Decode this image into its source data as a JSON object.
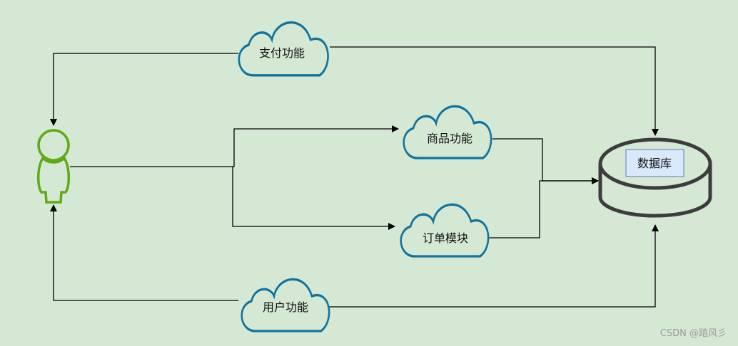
{
  "diagram": {
    "nodes": {
      "pay": {
        "label": "支付功能"
      },
      "product": {
        "label": "商品功能"
      },
      "order": {
        "label": "订单模块"
      },
      "user_func": {
        "label": "用户功能"
      },
      "database": {
        "label": "数据库"
      }
    },
    "colors": {
      "background": "#d5e8d4",
      "cloud_stroke": "#10739e",
      "actor_stroke": "#60a917",
      "db_stroke": "#3c3c3c",
      "db_label_fill": "#dae8fc",
      "db_label_border": "#6c8ebf",
      "edge": "#000000"
    },
    "watermark": "CSDN @踏风彡"
  }
}
